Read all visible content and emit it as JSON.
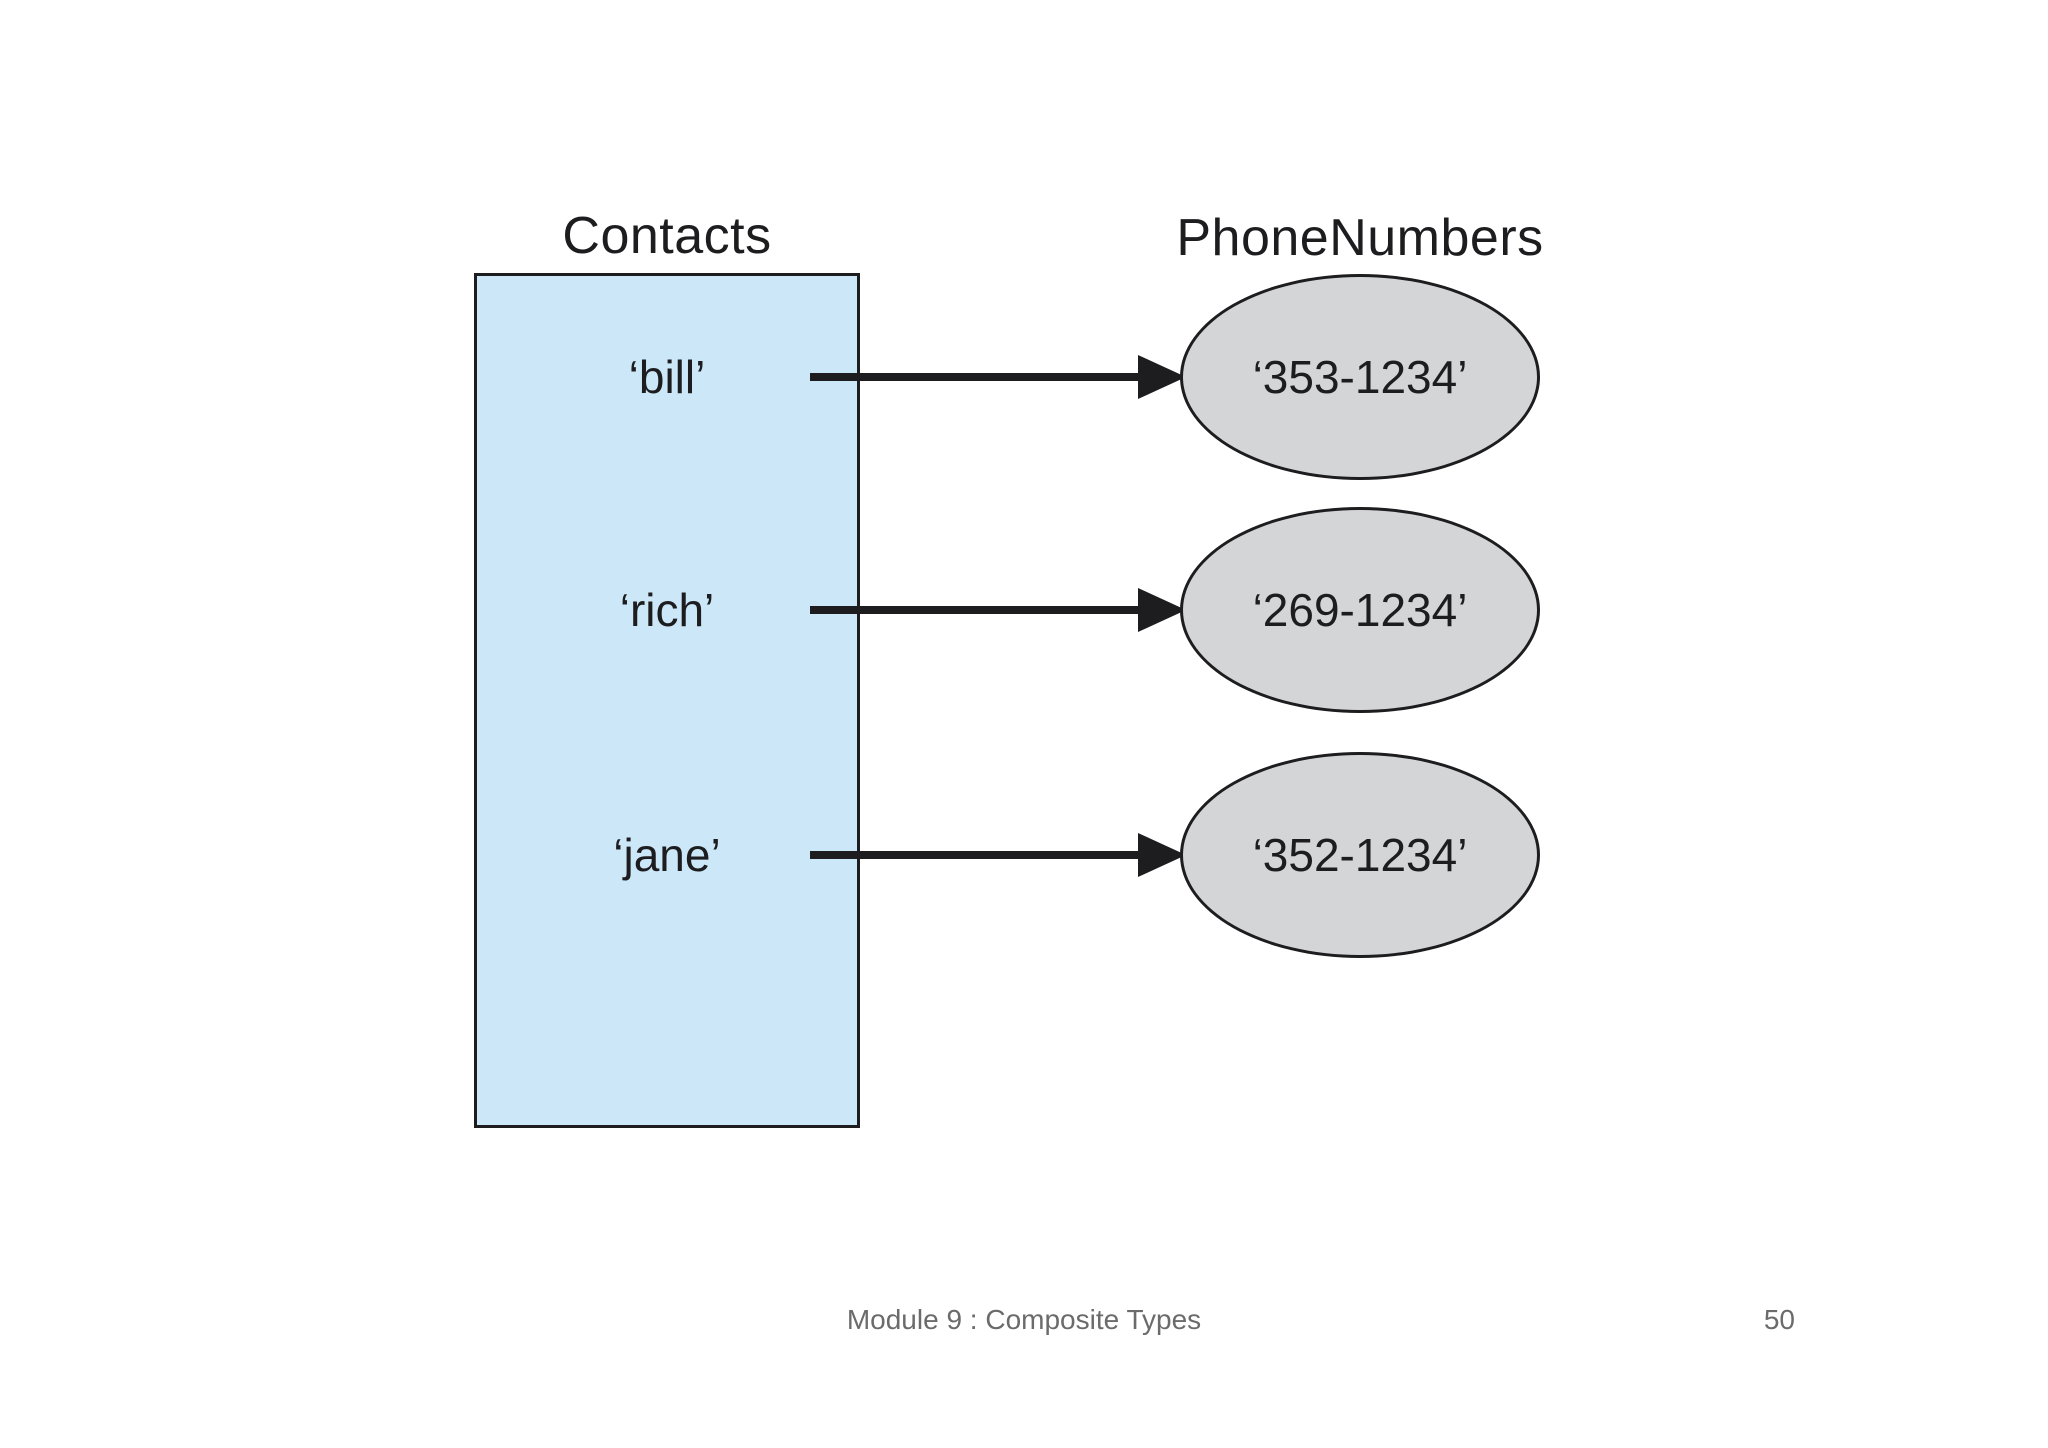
{
  "colors": {
    "box-fill": "#cbe7f8",
    "ellipse-fill": "#d4d5d7",
    "ink": "#1d1d1f",
    "footer-ink": "#6b6b6b"
  },
  "diagram": {
    "left_title": "Contacts",
    "right_title": "PhoneNumbers",
    "mappings": [
      {
        "key": "‘bill’",
        "value": "‘353-1234’"
      },
      {
        "key": "‘rich’",
        "value": "‘269-1234’"
      },
      {
        "key": "‘jane’",
        "value": "‘352-1234’"
      }
    ]
  },
  "footer": {
    "text": "Module 9 : Composite Types",
    "page_number": "50"
  }
}
